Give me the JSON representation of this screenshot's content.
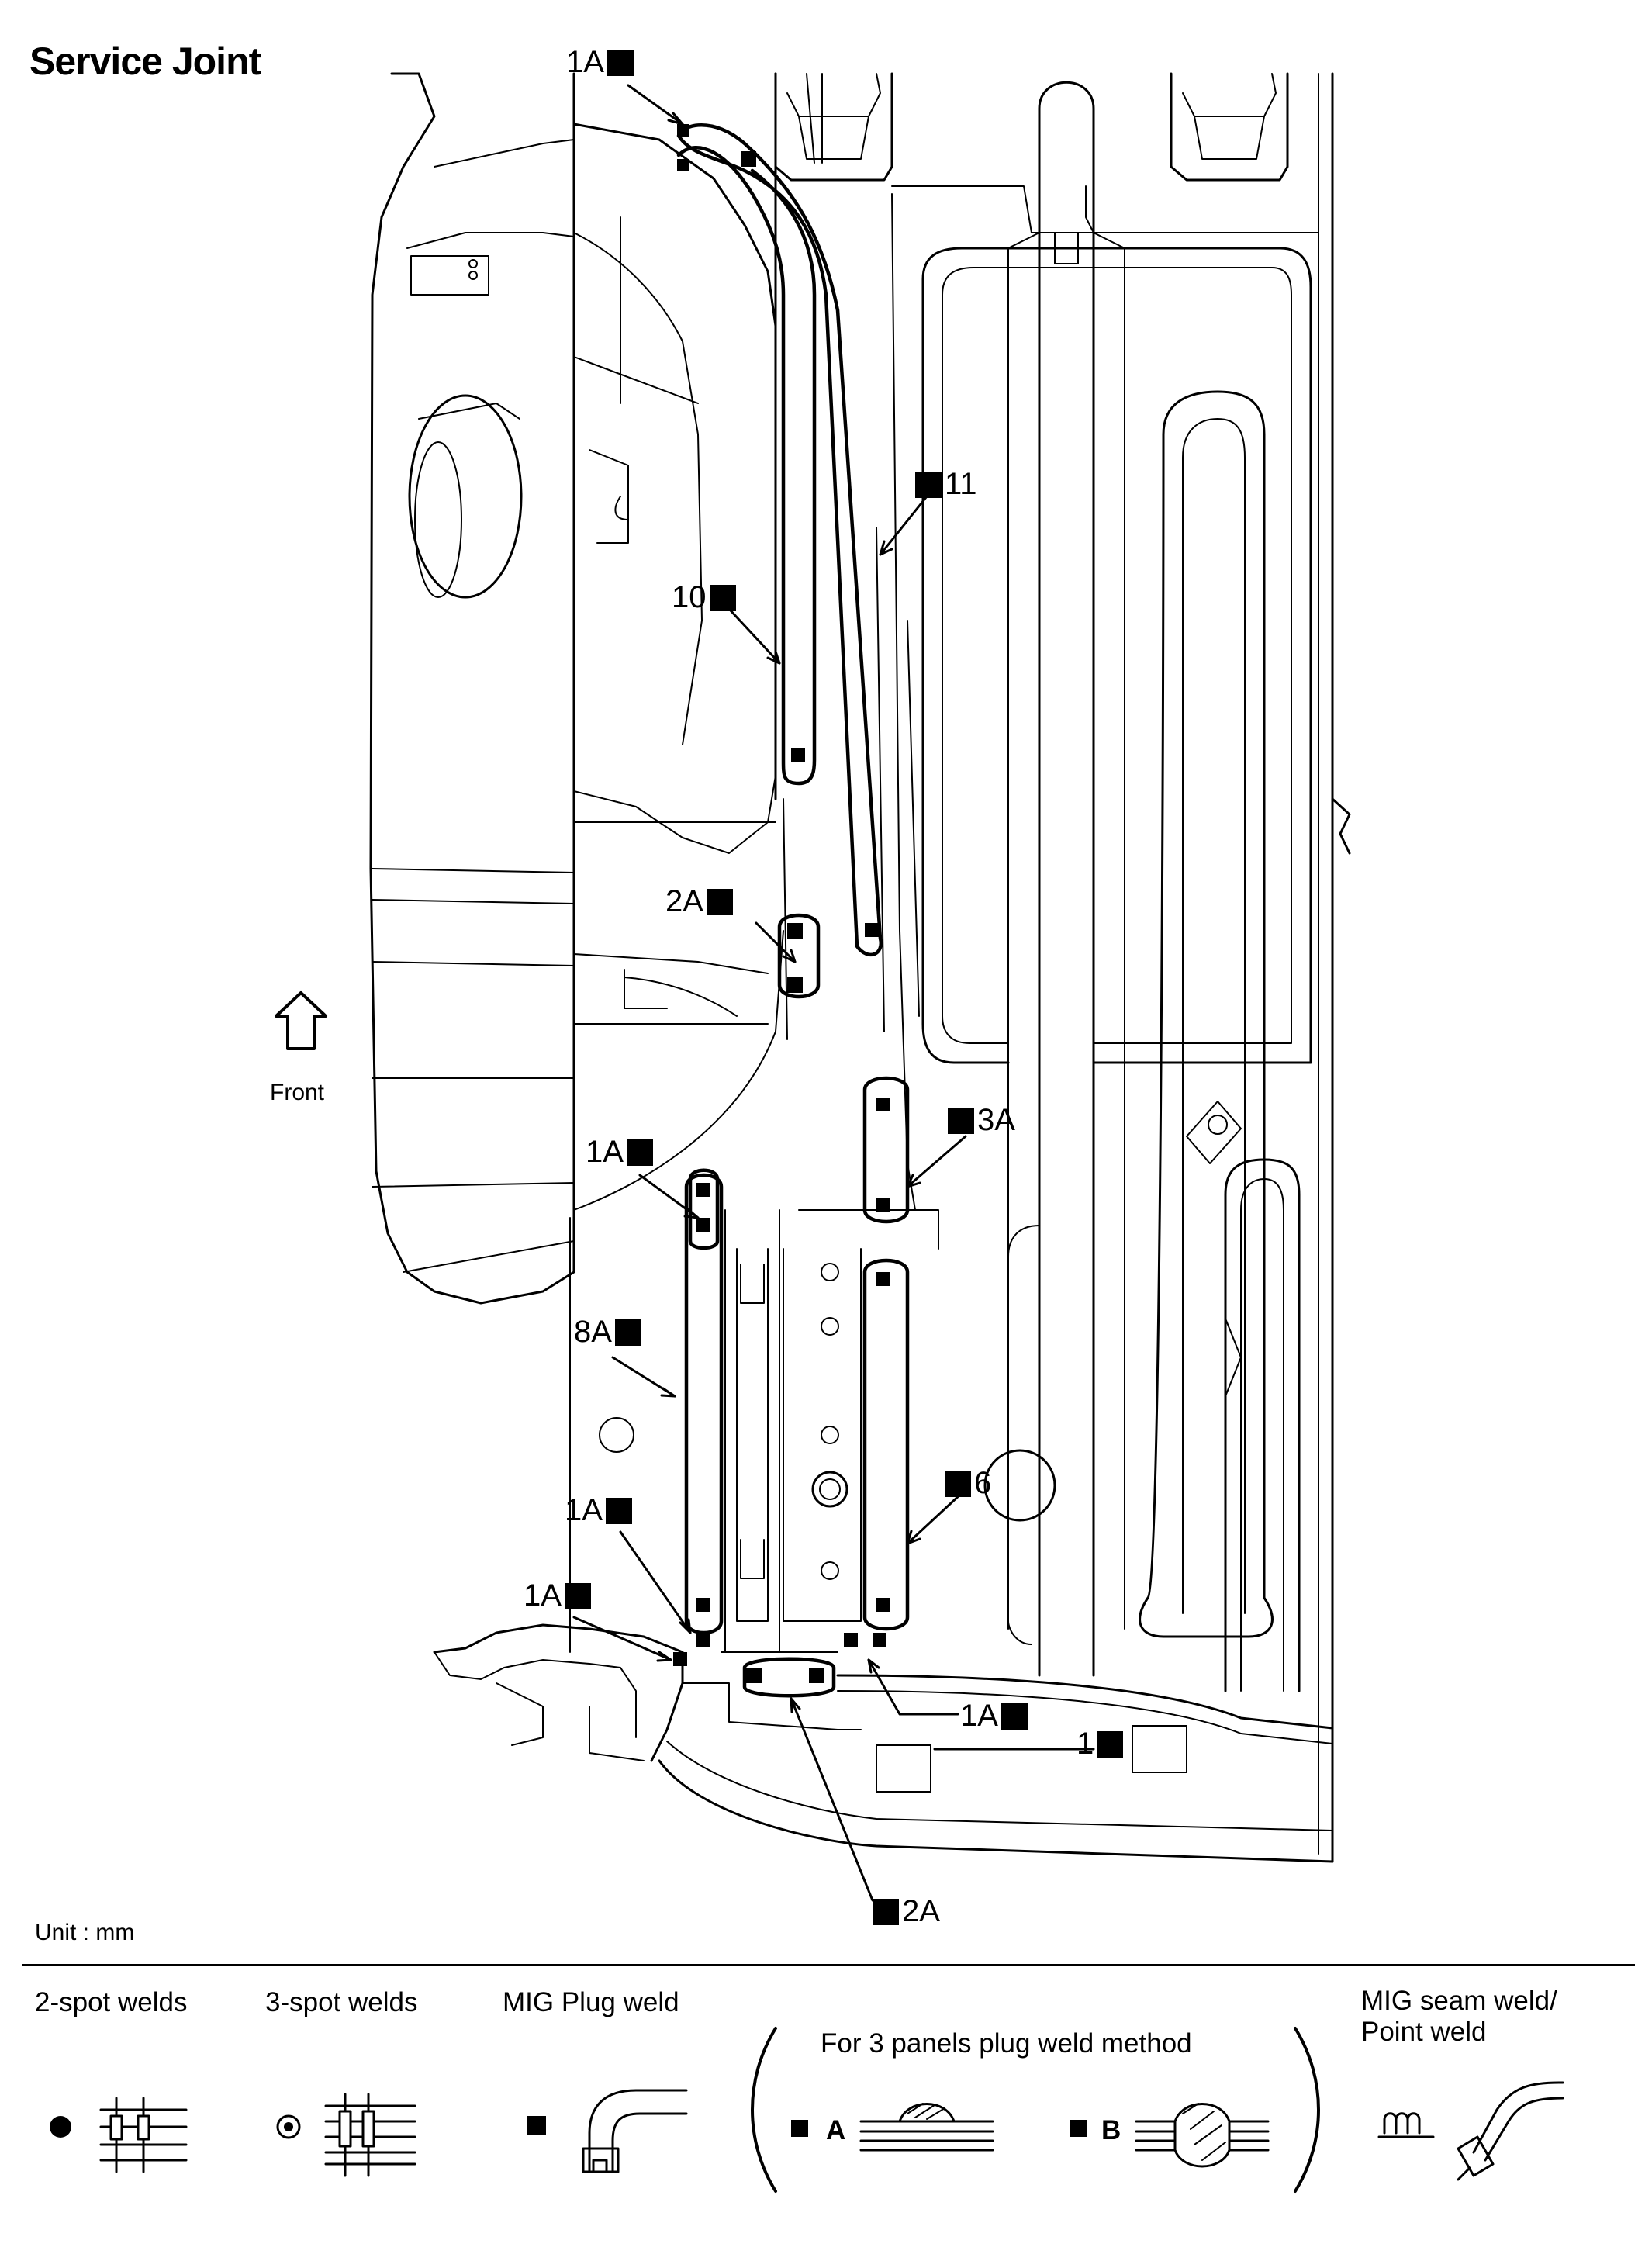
{
  "title": "Service Joint",
  "orientation": {
    "label": "Front",
    "icon": "up-arrow-icon"
  },
  "callouts": {
    "c1": {
      "text": "1A",
      "marker": "square"
    },
    "c2": {
      "text": "11",
      "marker": "square"
    },
    "c3": {
      "text": "10",
      "marker": "square"
    },
    "c4": {
      "text": "2A",
      "marker": "square"
    },
    "c5": {
      "text": "3A",
      "marker": "square"
    },
    "c6": {
      "text": "1A",
      "marker": "square"
    },
    "c7": {
      "text": "8A",
      "marker": "square"
    },
    "c8": {
      "text": "6",
      "marker": "square"
    },
    "c9": {
      "text": "1A",
      "marker": "square"
    },
    "c10": {
      "text": "1A",
      "marker": "square"
    },
    "c11": {
      "text": "1A",
      "marker": "square"
    },
    "c12": {
      "text": "1",
      "marker": "square"
    },
    "c13": {
      "text": "2A",
      "marker": "square"
    }
  },
  "unit": "Unit : mm",
  "legend": {
    "two_spot": {
      "label": "2-spot welds",
      "icon": "two-spot-weld-icon"
    },
    "three_spot": {
      "label": "3-spot welds",
      "icon": "three-spot-weld-icon"
    },
    "mig_plug": {
      "label": "MIG Plug weld",
      "icon": "mig-plug-weld-icon"
    },
    "three_panel": {
      "label": "For 3 panels plug weld method",
      "a": "A",
      "b": "B"
    },
    "mig_seam": {
      "label_line1": "MIG seam weld/",
      "label_line2": "Point weld",
      "icon": "mig-seam-weld-icon"
    }
  }
}
